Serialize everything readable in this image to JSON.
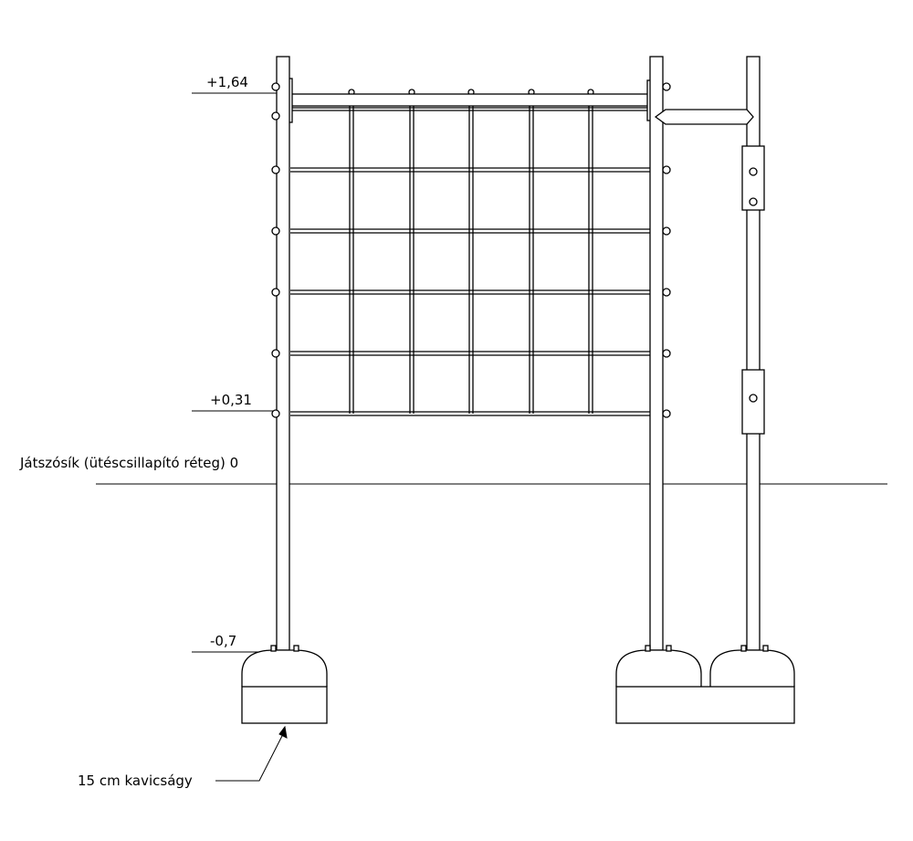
{
  "levels": {
    "top_bar": "+1,64",
    "net_bottom": "+0,31",
    "play_surface": "Játszósík (ütéscsillapító réteg) 0",
    "foundation": "-0,7"
  },
  "annotations": {
    "gravel_bed": "15 cm  kavicságy"
  },
  "icons": {
    "pointer": "arrow-leader-icon"
  }
}
